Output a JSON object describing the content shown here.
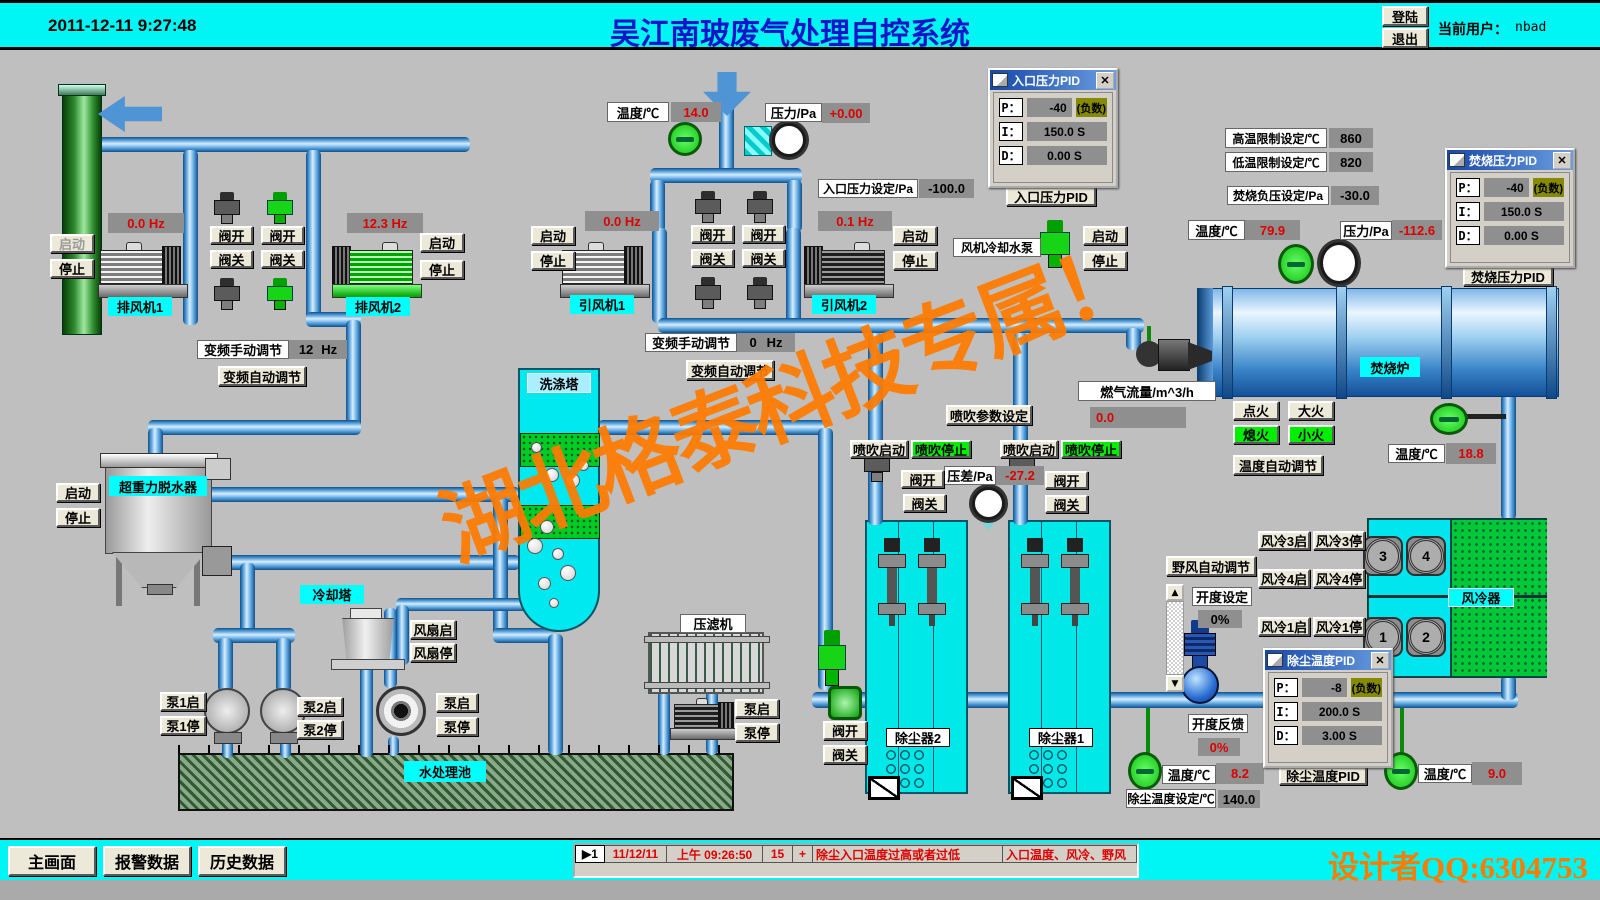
{
  "hdr": {
    "dt": "2011-12-11 9:27:48",
    "title": "吴江南玻废气处理自控系统",
    "login": "登陆",
    "logout": "退出",
    "user_label": "当前用户：",
    "user": "nbad"
  },
  "c": {
    "start": "启动",
    "stop": "停止",
    "vopen": "阀开",
    "vclose": "阀关",
    "hz": "Hz",
    "temp": "温度/℃",
    "pres": "压力/Pa",
    "vfd_man": "变频手动调节",
    "vfd_auto": "变频自动调节",
    "pstart": "泵启",
    "pstop": "泵停"
  },
  "ef": {
    "f1": "排风机1",
    "f2": "排风机2",
    "hz1": "0.0",
    "hz2": "12.3",
    "vfd": "12"
  },
  "inf": {
    "f1": "引风机1",
    "f2": "引风机2",
    "hz1": "0.0",
    "hz2": "0.1",
    "vfd": "0"
  },
  "inlet": {
    "t": "14.0",
    "p": "+0.00",
    "set_l": "入口压力设定/Pa",
    "set_v": "-100.0"
  },
  "pid": {
    "pk": "P：",
    "ik": "I：",
    "dk": "D：",
    "inlet": {
      "title": "入口压力PID",
      "p": "-40",
      "pn": "(负数)",
      "i": "150.0 S",
      "d": "0.00 S",
      "btn": "入口压力PID"
    },
    "burn": {
      "title": "焚烧压力PID",
      "p": "-40",
      "pn": "(负数)",
      "i": "150.0 S",
      "d": "0.00 S",
      "btn": "焚烧压力PID"
    },
    "dust": {
      "title": "除尘温度PID",
      "p": "-8",
      "pn": "(负数)",
      "i": "200.0 S",
      "d": "3.00 S",
      "btn": "除尘温度PID"
    }
  },
  "fcp": {
    "label": "风机冷却水泵"
  },
  "lim": {
    "hl": "高温限制设定/℃",
    "hv": "860",
    "ll": "低温限制设定/℃",
    "lv": "820",
    "nl": "焚烧负压设定/Pa",
    "nv": "-30.0",
    "t": "79.9",
    "p": "-112.6"
  },
  "inc": {
    "label": "焚烧炉",
    "flow_l": "燃气流量/m^3/h",
    "flow_v": "0.0",
    "b1": "点火",
    "b2": "大火",
    "b3": "熄火",
    "b4": "小火",
    "auto": "温度自动调节",
    "t": "18.8"
  },
  "scr": {
    "label": "洗涤塔"
  },
  "deh": {
    "label": "超重力脱水器"
  },
  "spray": {
    "params": "喷吹参数设定",
    "s_start": "喷吹启动",
    "s_stop": "喷吹停止",
    "dp_l": "压差/Pa",
    "dp_v": "-27.2"
  },
  "dc": {
    "left": "除尘器2",
    "right": "除尘器1"
  },
  "ac": {
    "label": "风冷器",
    "f3on": "风冷3启",
    "f3off": "风冷3停",
    "f4on": "风冷4启",
    "f4off": "风冷4停",
    "f1on": "风冷1启",
    "f1off": "风冷1停",
    "n1": "1",
    "n2": "2",
    "n3": "3",
    "n4": "4"
  },
  "dmp": {
    "auto": "野风自动调节",
    "set_l": "开度设定",
    "set_v": "0%",
    "fb_l": "开度反馈",
    "fb_v": "0%"
  },
  "dt": {
    "t1": "8.2",
    "set_l": "除尘温度设定/℃",
    "set_v": "140.0",
    "t2": "9.0"
  },
  "ct": {
    "label": "冷却塔",
    "fon": "风扇启",
    "foff": "风扇停"
  },
  "pm": {
    "p1on": "泵1启",
    "p1off": "泵1停",
    "p2on": "泵2启",
    "p2off": "泵2停"
  },
  "fp": {
    "label": "压滤机"
  },
  "pool": {
    "label": "水处理池"
  },
  "wm": {
    "diag": "湖北格泰科技专属！",
    "qq": "设计者QQ:6304753"
  },
  "ft": {
    "main": "主画面",
    "alarm": "报警数据",
    "hist": "历史数据",
    "num": "1",
    "date": "11/12/11",
    "time": "上午 09:26:50",
    "code": "15",
    "flag": "+",
    "msg": "除尘入口温度过高或者过低",
    "detail": "入口温度、风冷、野风"
  }
}
